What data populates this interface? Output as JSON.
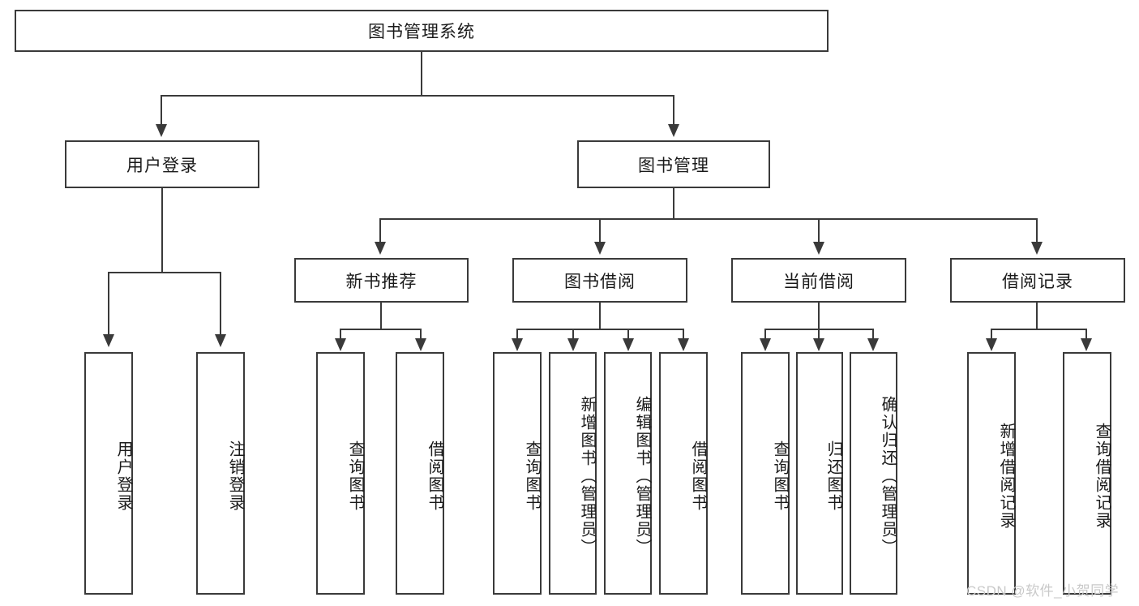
{
  "diagram": {
    "title_node": "图书管理系统",
    "level1": [
      {
        "label": "用户登录"
      },
      {
        "label": "图书管理"
      }
    ],
    "level2": [
      {
        "label": "新书推荐"
      },
      {
        "label": "图书借阅"
      },
      {
        "label": "当前借阅"
      },
      {
        "label": "借阅记录"
      }
    ],
    "leaves": {
      "user_login": [
        {
          "label": "用户登录"
        },
        {
          "label": "注销登录"
        }
      ],
      "new_book_recommend": [
        {
          "label": "查询图书"
        },
        {
          "label": "借阅图书"
        }
      ],
      "book_borrow": [
        {
          "label": "查询图书"
        },
        {
          "label": "新增图书（管理员）"
        },
        {
          "label": "编辑图书（管理员）"
        },
        {
          "label": "借阅图书"
        }
      ],
      "current_borrow": [
        {
          "label": "查询图书"
        },
        {
          "label": "归还图书"
        },
        {
          "label": "确认归还（管理员）"
        }
      ],
      "borrow_records": [
        {
          "label": "新增借阅记录"
        },
        {
          "label": "查询借阅记录"
        }
      ]
    }
  },
  "watermark": {
    "text": "CSDN @软件_小贺同学"
  },
  "colors": {
    "stroke": "#3a3a3a",
    "background": "#ffffff",
    "text": "#1a1a1a",
    "watermark": "#c9c9c9"
  }
}
